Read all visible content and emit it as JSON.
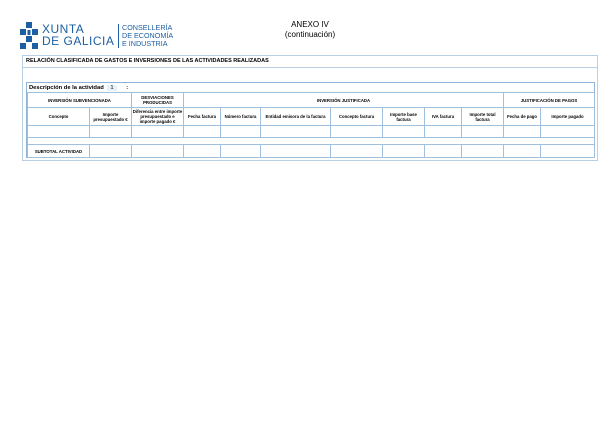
{
  "header": {
    "logo_xunta_line1": "XUNTA",
    "logo_xunta_line2": "DE GALICIA",
    "logo_conselleria_line1": "CONSELLERÍA",
    "logo_conselleria_line2": "DE ECONOMÍA",
    "logo_conselleria_line3": "E INDUSTRIA",
    "annex_title": "ANEXO IV",
    "annex_subtitle": "(continuación)"
  },
  "form": {
    "title": "RELACIÓN CLASIFICADA DE GASTOS E INVERSIONES DE LAS ACTIVIDADES REALIZADAS",
    "activity_label": "Descripción de la actividad",
    "activity_number": "1",
    "activity_colon": ":",
    "groups": {
      "inversion_subvencionada": "INVERSIÓN SUBVENCIONADA",
      "desviaciones": "DESVIACIONES PRODUCIDAS",
      "inversion_justificada": "INVERSIÓN JUSTIFICADA",
      "justificacion_pagos": "JUSTIFICACIÓN DE PAGOS"
    },
    "columns": {
      "concepto": "Concepto",
      "importe_presupuestado": "Importe presupuestado €",
      "diferencia": "Diferencia entre importe presupuestado e importe pagado €",
      "fecha_factura": "Fecha factura",
      "numero_factura": "Número factura",
      "entidad_emisora": "Entidad emisora de la factura",
      "concepto_factura": "Concepto factura",
      "importe_base": "Importe base factura",
      "iva_factura": "IVA factura",
      "importe_total": "Importe total factura",
      "fecha_pago": "Fecha de pago",
      "importe_pagado": "Importe pagado"
    },
    "subtotal_label": "SUBTOTAL ACTIVIDAD"
  }
}
